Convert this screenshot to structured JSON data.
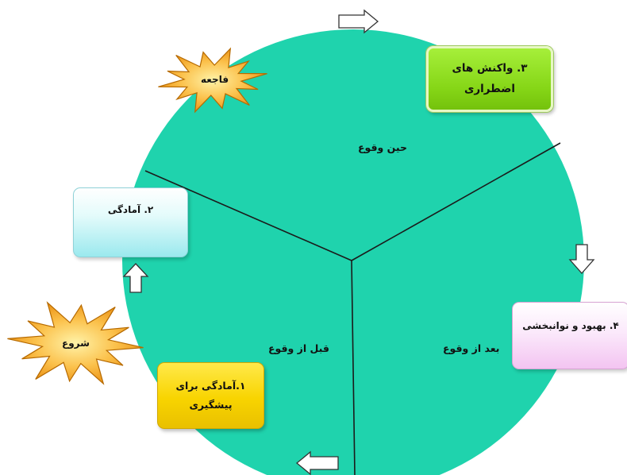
{
  "diagram": {
    "phases": [
      {
        "id": "before",
        "label": "قبل از وقوع"
      },
      {
        "id": "during",
        "label": "حین وقوع"
      },
      {
        "id": "after",
        "label": "بعد از وقوع"
      }
    ],
    "steps": {
      "step1": "۱.آمادگی برای\nپیشگیری",
      "step2": "۲. آمادگی",
      "step3": "۳. واکنش های\nاضطراری",
      "step4": "۴. بهبود و نوانبخشی"
    },
    "bursts": {
      "disaster": "فاجعه",
      "start": "شروع"
    }
  },
  "colors": {
    "circle": "#1fd3ad",
    "step1": "#f8d400",
    "step2": "#9be9ee",
    "step3": "#86d617",
    "step4": "#f3c4f1",
    "burst": "#f7a51c"
  }
}
